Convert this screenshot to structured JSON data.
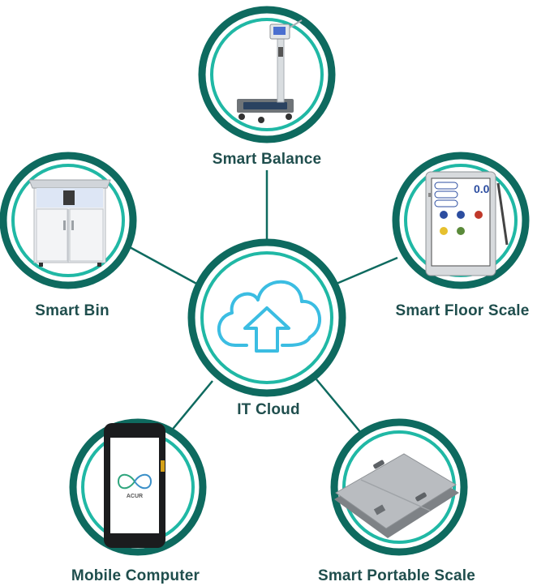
{
  "colors": {
    "outer_ring": "#0e6a5f",
    "inner_ring": "#20b8a5",
    "cloud": "#3bbde2",
    "connector": "#0e6a5f",
    "label_text": "#1f4e4d"
  },
  "hub": {
    "label": "IT Cloud",
    "icon": "cloud-upload-icon"
  },
  "nodes": {
    "smart_balance": {
      "label": "Smart Balance",
      "image": "smart-balance-scale-image"
    },
    "smart_bin": {
      "label": "Smart Bin",
      "image": "smart-bin-cabinet-image"
    },
    "smart_floor_scale": {
      "label": "Smart Floor Scale",
      "image": "smart-floor-scale-tablet-image",
      "screen_value": "0.0"
    },
    "mobile_computer": {
      "label": "Mobile Computer",
      "image": "mobile-computer-image",
      "screen_logo_text": "ACUR"
    },
    "smart_portable_scale": {
      "label": "Smart Portable Scale",
      "image": "smart-portable-scale-image"
    }
  }
}
